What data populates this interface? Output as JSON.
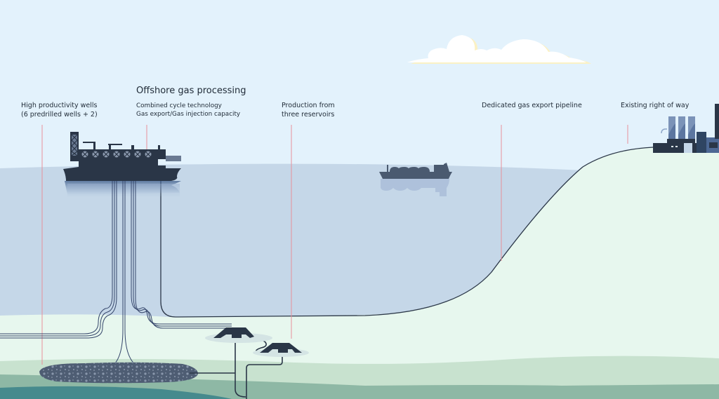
{
  "diagram": {
    "title": "Offshore gas processing",
    "labels": [
      {
        "id": "wells",
        "lines": [
          "High productivity wells",
          "(6 predrilled wells + 2)"
        ]
      },
      {
        "id": "processing",
        "lines": [
          "Combined cycle technology",
          "Gas export/Gas injection capacity"
        ]
      },
      {
        "id": "reservoirs",
        "lines": [
          "Production from",
          "three reservoirs"
        ]
      },
      {
        "id": "pipeline",
        "lines": [
          "Dedicated gas export pipeline"
        ]
      },
      {
        "id": "right-of-way",
        "lines": [
          "Existing right of way"
        ]
      }
    ]
  },
  "colors": {
    "sky": "#e3f2fc",
    "sea": "#c5d7e8",
    "seabed": "#e7f7ee",
    "sediment1": "#c8e2cf",
    "sediment2": "#8eb8a5",
    "deep": "#468a8d",
    "structure": "#2a3647",
    "leader": "#e8909a",
    "reservoir": "#4e5d73",
    "cloud_shadow": "#fbf1c4"
  }
}
